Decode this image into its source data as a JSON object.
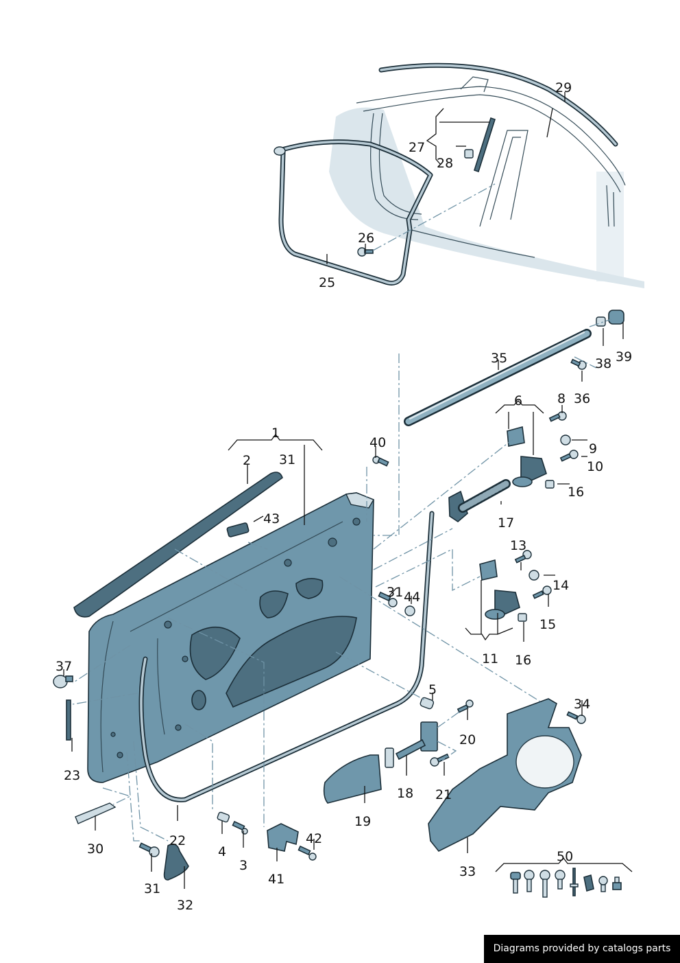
{
  "diagram": {
    "title": "Front door exploded parts diagram",
    "labels": {
      "p1": "1",
      "p2": "2",
      "p3": "3",
      "p4": "4",
      "p5": "5",
      "p6": "6",
      "p8": "8",
      "p9": "9",
      "p10": "10",
      "p11": "11",
      "p13": "13",
      "p14": "14",
      "p15": "15",
      "p16a": "16",
      "p16b": "16",
      "p17": "17",
      "p18": "18",
      "p19": "19",
      "p20": "20",
      "p21": "21",
      "p22": "22",
      "p23": "23",
      "p25": "25",
      "p26": "26",
      "p27": "27",
      "p28": "28",
      "p29": "29",
      "p30": "30",
      "p31a": "31",
      "p31b": "31",
      "p31c": "31",
      "p32": "32",
      "p33": "33",
      "p34": "34",
      "p35": "35",
      "p36": "36",
      "p37": "37",
      "p38": "38",
      "p39": "39",
      "p40": "40",
      "p41": "41",
      "p42": "42",
      "p43": "43",
      "p44": "44",
      "p50": "50"
    }
  },
  "footer": {
    "credit": "Diagrams provided by catalogs parts"
  }
}
